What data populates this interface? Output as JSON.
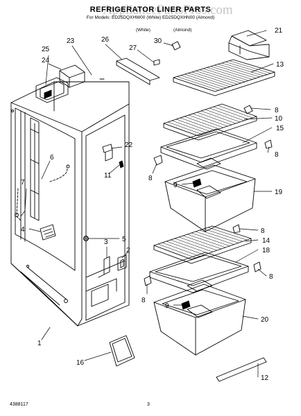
{
  "header": {
    "watermark": "AppliancePartsPros.com",
    "title": "REFRIGERATOR LINER PARTS",
    "subtitle": "For Models: ED25DQXHW00 (White) ED25DQXHN00 (Almond)",
    "variant_left": "(White)",
    "variant_right": "(Almond)"
  },
  "footer": {
    "code": "4388117",
    "page": "3"
  },
  "callouts": [
    "1",
    "2",
    "3",
    "4",
    "5",
    "6",
    "7",
    "8",
    "8",
    "8",
    "8",
    "8",
    "8",
    "9",
    "9",
    "10",
    "11",
    "12",
    "13",
    "14",
    "15",
    "16",
    "18",
    "19",
    "20",
    "21",
    "22",
    "23",
    "24",
    "25",
    "26",
    "27",
    "30"
  ]
}
